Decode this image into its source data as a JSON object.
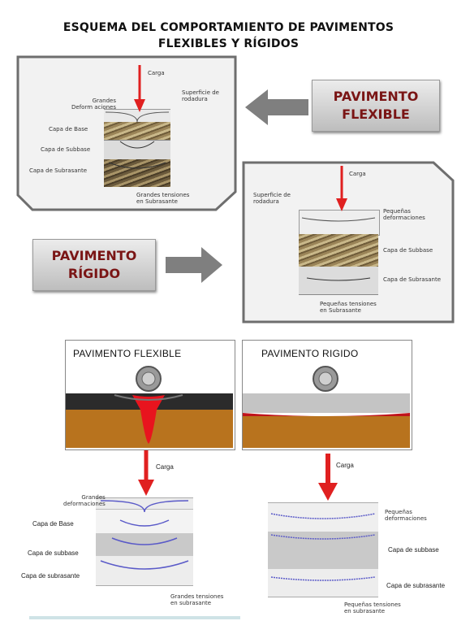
{
  "header": {
    "title_line1": "ESQUEMA DEL COMPORTAMIENTO DE PAVIMENTOS",
    "title_line2": "FLEXIBLES Y RÍGIDOS"
  },
  "flexible_schema": {
    "load_label": "Carga",
    "big_deformations_label": "Grandes\nDeform aciones",
    "surface_label": "Superficie de\nrodadura",
    "base_label": "Capa de Base",
    "subbase_label": "Capa de Subbase",
    "subgrade_label": "Capa de Subrasante",
    "stress_label": "Grandes tensiones\nen Subrasante"
  },
  "flexible_button": {
    "line1": "PAVIMENTO",
    "line2": "FLEXIBLE"
  },
  "rigid_schema": {
    "load_label": "Carga",
    "surface_label": "Superficie de\nrodadura",
    "small_deformations_label": "Pequeñas\ndeformaciones",
    "subbase_label": "Capa de Subbase",
    "subgrade_label": "Capa de Subrasante",
    "stress_label": "Pequeñas tensiones\nen Subrasante"
  },
  "rigid_button": {
    "line1": "PAVIMENTO",
    "line2": "RÍGIDO"
  },
  "panels": {
    "flexible_title": "PAVIMENTO FLEXIBLE",
    "rigid_title": "PAVIMENTO RIGIDO"
  },
  "bottom_flexible": {
    "load_label": "Carga",
    "big_deformations_label": "Grandes\ndeformaciones",
    "base_label": "Capa de Base",
    "subbase_label": "Capa de subbase",
    "subgrade_label": "Capa de subrasante",
    "stress_label": "Grandes tensiones\nen subrasante"
  },
  "bottom_rigid": {
    "load_label": "Carga",
    "small_deformations_label": "Pequeñas\ndeformaciones",
    "subbase_label": "Capa de subbase",
    "subgrade_label": "Capa de subrasante",
    "stress_label": "Pequeñas tensiones\nen subrasante"
  },
  "colors": {
    "arrow_red": "#e02020",
    "button_text": "#7a1515",
    "asphalt": "#2b2b2b",
    "soil": "#b8731e",
    "deformation_red": "#e8141e",
    "concrete": "#bdbdbd",
    "gray_arrow": "#7f7f7f"
  }
}
